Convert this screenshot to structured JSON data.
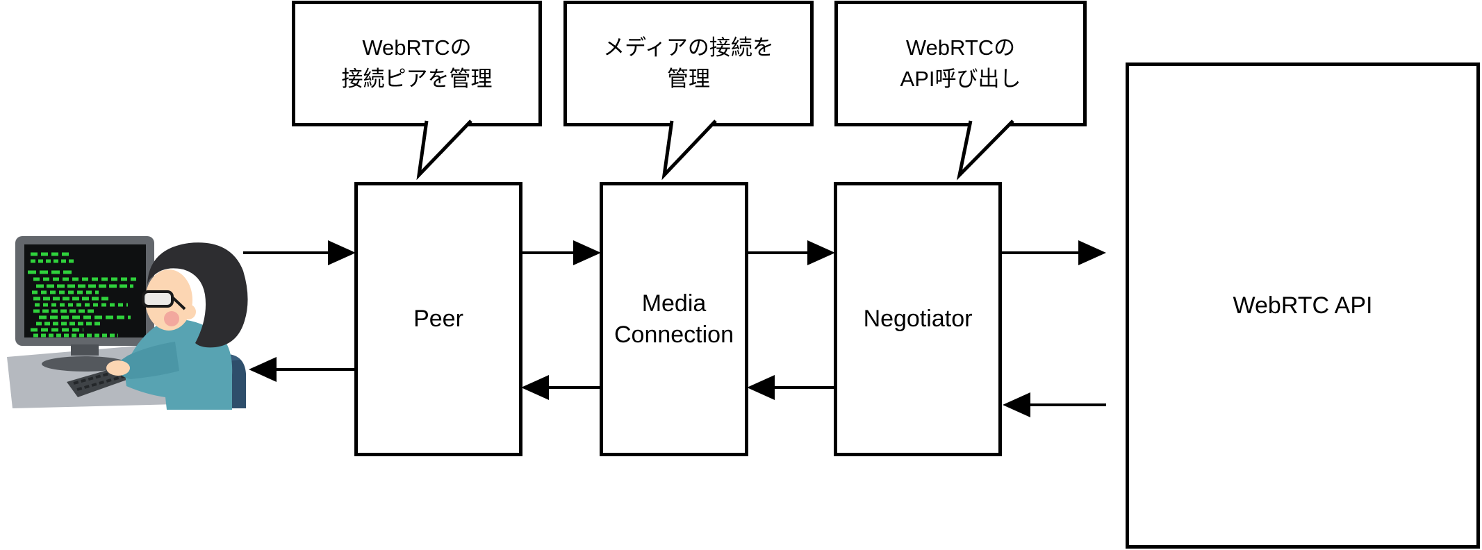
{
  "diagram": {
    "bubbles": [
      {
        "name": "peer-bubble",
        "text": "WebRTCの\n接続ピアを管理"
      },
      {
        "name": "media-connection-bubble",
        "text": "メディアの接続を\n管理"
      },
      {
        "name": "negotiator-bubble",
        "text": "WebRTCの\nAPI呼び出し"
      }
    ],
    "boxes": [
      {
        "name": "peer",
        "label": "Peer"
      },
      {
        "name": "media-connection",
        "label": "Media\nConnection"
      },
      {
        "name": "negotiator",
        "label": "Negotiator"
      },
      {
        "name": "webrtc-api",
        "label": "WebRTC API"
      }
    ],
    "arrows": {
      "color": "#000000",
      "links": [
        {
          "from": "user",
          "to": "peer",
          "direction": "right"
        },
        {
          "from": "peer",
          "to": "media-connection",
          "direction": "right"
        },
        {
          "from": "media-connection",
          "to": "negotiator",
          "direction": "right"
        },
        {
          "from": "negotiator",
          "to": "webrtc-api",
          "direction": "right"
        },
        {
          "from": "webrtc-api",
          "to": "negotiator",
          "direction": "left"
        },
        {
          "from": "negotiator",
          "to": "media-connection",
          "direction": "left"
        },
        {
          "from": "media-connection",
          "to": "peer",
          "direction": "left"
        },
        {
          "from": "peer",
          "to": "user",
          "direction": "left"
        }
      ]
    },
    "illustration": {
      "name": "person-at-computer",
      "colors": {
        "desk": "#b5b9bf",
        "monitor_frame": "#63676c",
        "monitor_stand": "#4d5156",
        "screen": "#0e1011",
        "code_green": "#2fd13c",
        "keyboard": "#3f4347",
        "keyboard_keys": "#24272a",
        "shirt": "#58a3b2",
        "shirt_shadow": "#4b96a6",
        "chair": "#2e4e6b",
        "chair_highlight": "#3a5f7e",
        "skin": "#fcd6b3",
        "cheek": "#f2a89e",
        "hair": "#2d2d30",
        "outline": "#000000"
      }
    },
    "line_color": "#000000",
    "background_color": "#ffffff"
  }
}
